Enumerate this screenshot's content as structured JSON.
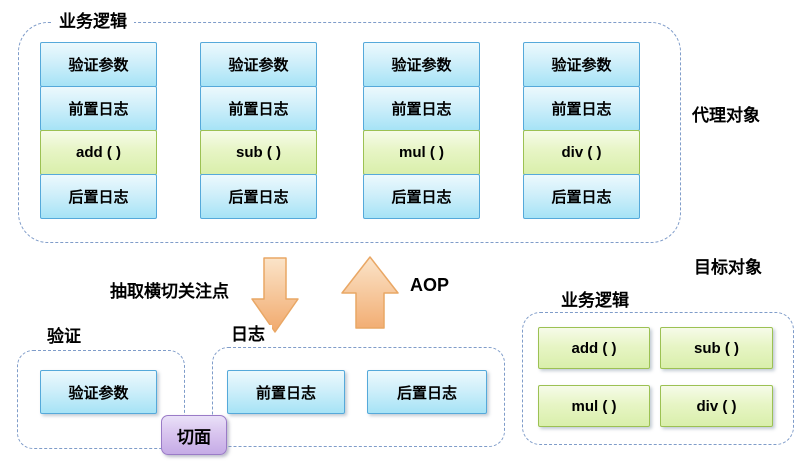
{
  "proxy": {
    "container_label": "业务逻辑",
    "side_label": "代理对象",
    "validate_row": "验证参数",
    "pre_log_row": "前置日志",
    "post_log_row": "后置日志",
    "methods": [
      "add ( )",
      "sub ( )",
      "mul ( )",
      "div ( )"
    ]
  },
  "transform": {
    "extract_label": "抽取横切关注点",
    "aop_label": "AOP"
  },
  "aspects": {
    "validation_label": "验证",
    "validation_box": "验证参数",
    "logging_label": "日志",
    "pre_log_box": "前置日志",
    "post_log_box": "后置日志",
    "aspect_badge": "切面"
  },
  "target": {
    "side_label": "目标对象",
    "container_label": "业务逻辑",
    "methods": [
      "add ( )",
      "sub ( )",
      "mul ( )",
      "div ( )"
    ]
  },
  "colors": {
    "blue_box_border": "#55a9da",
    "blue_box_fill_top": "#ecf9fd",
    "blue_box_fill_bottom": "#a6e3f6",
    "green_box_border": "#9cc153",
    "green_box_fill_top": "#f6fbe9",
    "green_box_fill_bottom": "#d9efab",
    "purple_box_border": "#9a7bc7",
    "purple_box_fill": "#c5abe6",
    "dashed_border": "#7f9cc9",
    "arrow_fill_light": "#fbe4c9",
    "arrow_fill_dark": "#f1a96c",
    "arrow_stroke": "#e9a765"
  }
}
